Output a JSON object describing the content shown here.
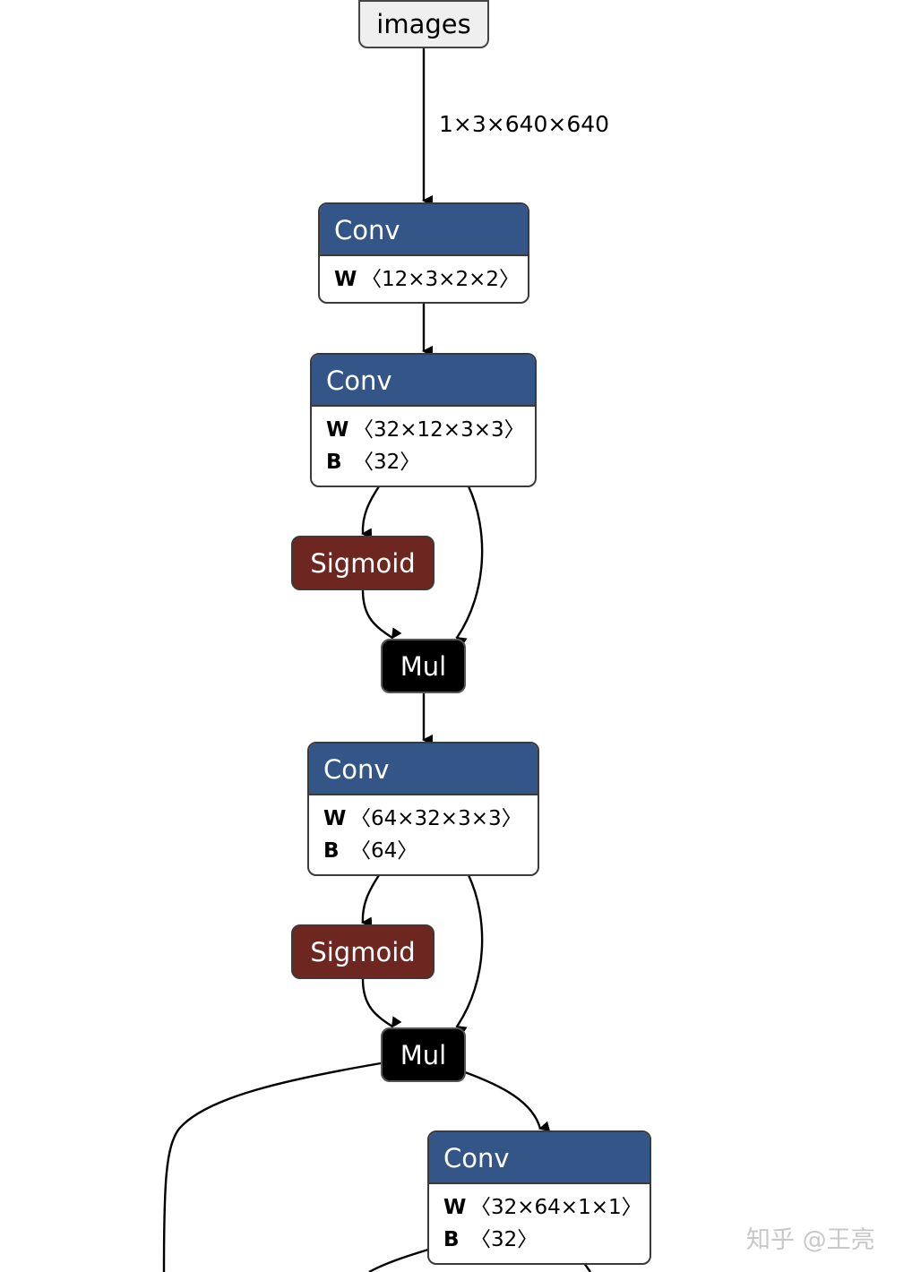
{
  "nodes": {
    "images": {
      "label": "images"
    },
    "conv1": {
      "title": "Conv",
      "attrs": [
        {
          "key": "W",
          "value": "〈12×3×2×2〉"
        }
      ]
    },
    "conv2": {
      "title": "Conv",
      "attrs": [
        {
          "key": "W",
          "value": "〈32×12×3×3〉"
        },
        {
          "key": "B",
          "value": "〈32〉"
        }
      ]
    },
    "sigmoid1": {
      "label": "Sigmoid"
    },
    "mul1": {
      "label": "Mul"
    },
    "conv3": {
      "title": "Conv",
      "attrs": [
        {
          "key": "W",
          "value": "〈64×32×3×3〉"
        },
        {
          "key": "B",
          "value": "〈64〉"
        }
      ]
    },
    "sigmoid2": {
      "label": "Sigmoid"
    },
    "mul2": {
      "label": "Mul"
    },
    "conv4": {
      "title": "Conv",
      "attrs": [
        {
          "key": "W",
          "value": "〈32×64×1×1〉"
        },
        {
          "key": "B",
          "value": "〈32〉"
        }
      ]
    }
  },
  "edge_labels": {
    "images_to_conv1": "1×3×640×640"
  },
  "watermark": "知乎 @王亮",
  "colors": {
    "conv_header": "#345587",
    "sigmoid": "#6e2620",
    "mul": "#000000",
    "input": "#efefef",
    "edge": "#000000"
  }
}
